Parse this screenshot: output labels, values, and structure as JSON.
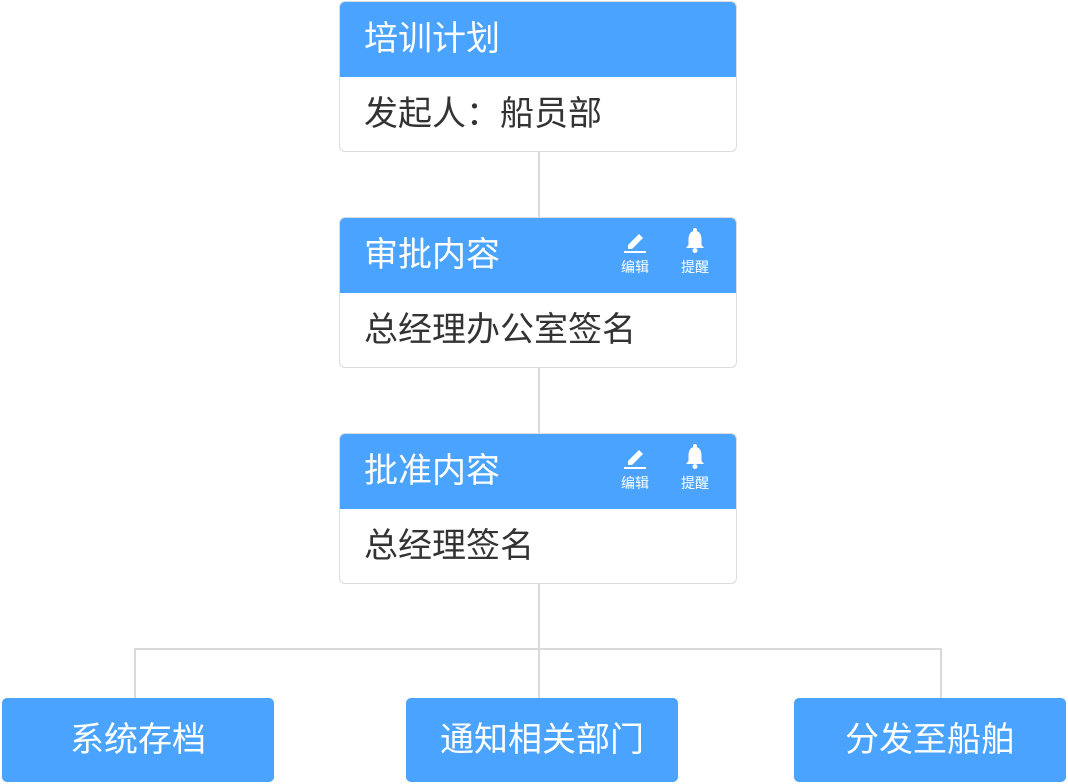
{
  "nodes": [
    {
      "title": "培训计划",
      "content": "发起人：船员部"
    },
    {
      "title": "审批内容",
      "content": "总经理办公室签名"
    },
    {
      "title": "批准内容",
      "content": "总经理签名"
    }
  ],
  "actions": {
    "edit_label": "编辑",
    "remind_label": "提醒"
  },
  "outcomes": [
    "系统存档",
    "通知相关部门",
    "分发至船舶"
  ],
  "colors": {
    "accent": "#4aa3ff",
    "connector": "#d9d9d9",
    "border": "#dcdcdc",
    "body_text": "#333333"
  },
  "icons": {
    "edit": "pencil-icon",
    "remind": "bell-icon"
  }
}
